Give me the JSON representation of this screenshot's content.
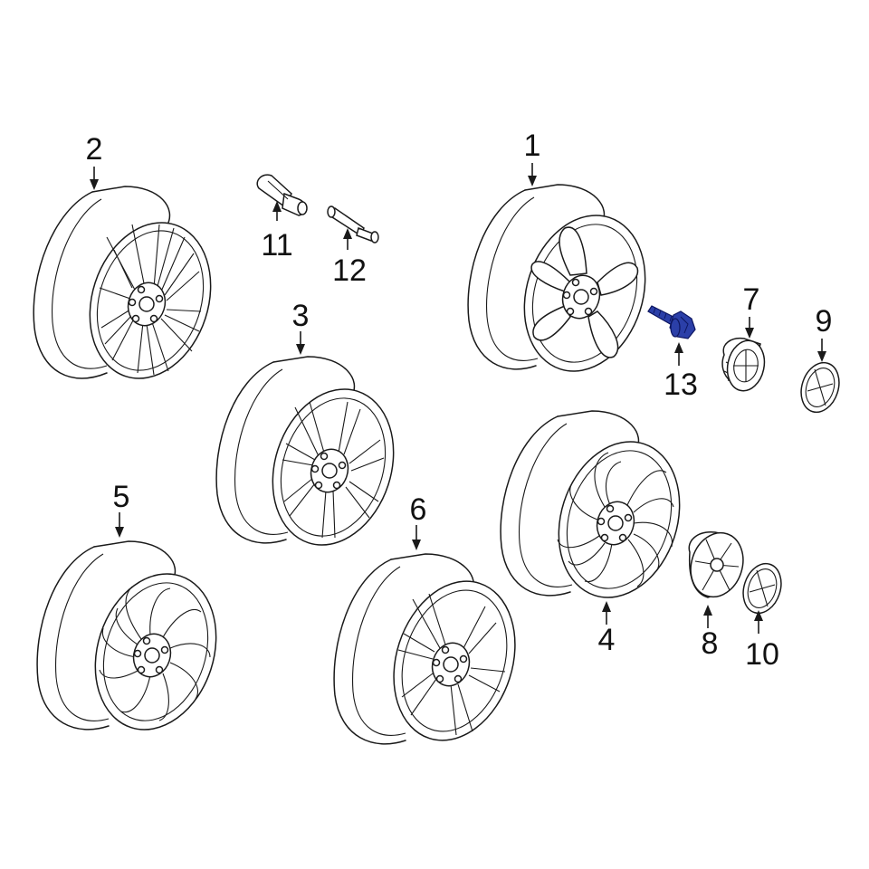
{
  "parts": [
    {
      "id": "wheel-1",
      "label": "1"
    },
    {
      "id": "wheel-2",
      "label": "2"
    },
    {
      "id": "wheel-3",
      "label": "3"
    },
    {
      "id": "wheel-4",
      "label": "4"
    },
    {
      "id": "wheel-5",
      "label": "5"
    },
    {
      "id": "wheel-6",
      "label": "6"
    },
    {
      "id": "center-cap-7",
      "label": "7"
    },
    {
      "id": "center-cap-8",
      "label": "8"
    },
    {
      "id": "emblem-9",
      "label": "9"
    },
    {
      "id": "emblem-10",
      "label": "10"
    },
    {
      "id": "valve-stem-11",
      "label": "11"
    },
    {
      "id": "valve-stem-12",
      "label": "12"
    },
    {
      "id": "lug-bolt-13",
      "label": "13",
      "highlighted": true
    }
  ],
  "colors": {
    "line": "#1a1a1a",
    "highlight": "#2b3fa8",
    "background": "#ffffff"
  }
}
